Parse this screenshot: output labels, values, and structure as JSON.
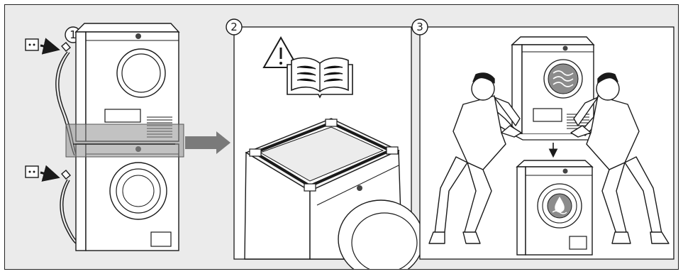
{
  "steps": [
    {
      "number": "1"
    },
    {
      "number": "2"
    },
    {
      "number": "3"
    }
  ],
  "colors": {
    "background": "#ebebeb",
    "panel": "#ffffff",
    "line": "#1a1a1a",
    "highlight": "#9a9a9a",
    "arrow": "#7a7a7a",
    "drum_fill": "#8c8c8c"
  },
  "icons": [
    "socket-icon",
    "plug-icon",
    "warning-icon",
    "manual-book-icon",
    "airflow-icon",
    "water-drop-icon"
  ]
}
